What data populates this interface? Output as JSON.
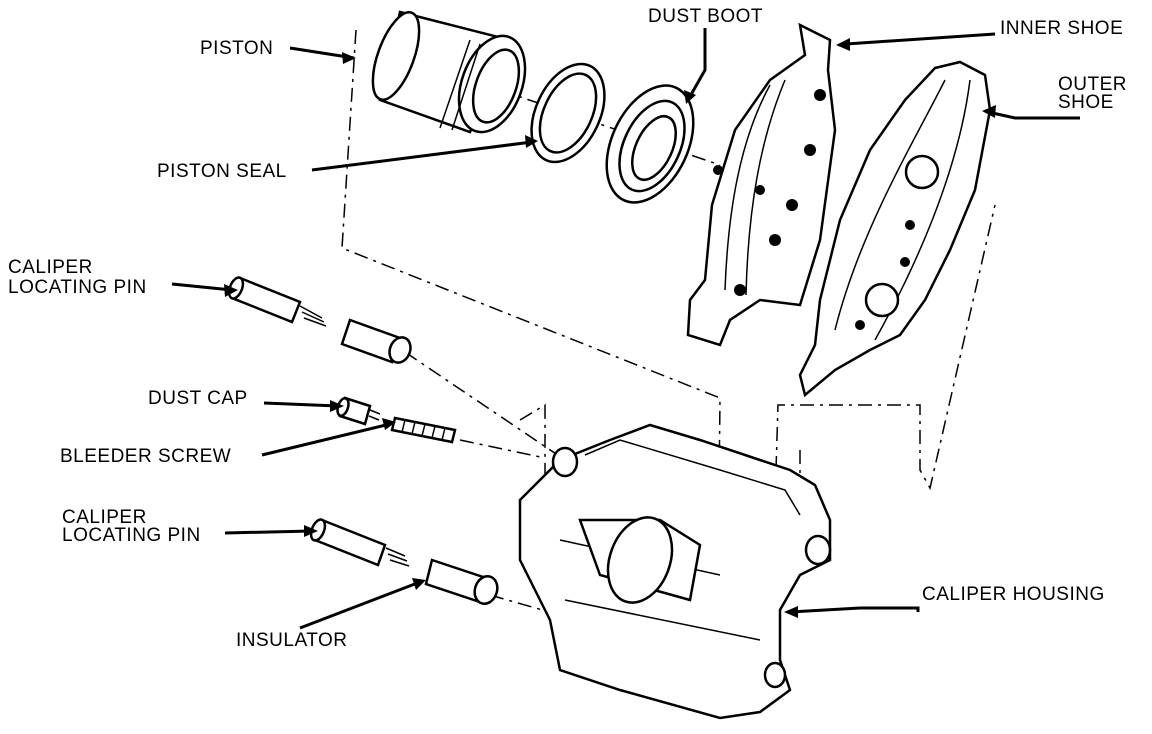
{
  "labels": {
    "piston": "PISTON",
    "dust_boot": "DUST BOOT",
    "inner_shoe": "INNER SHOE",
    "outer_shoe_1": "OUTER",
    "outer_shoe_2": "SHOE",
    "piston_seal": "PISTON SEAL",
    "caliper_locating_pin_upper_1": "CALIPER",
    "caliper_locating_pin_upper_2": "LOCATING PIN",
    "dust_cap": "DUST CAP",
    "bleeder_screw": "BLEEDER SCREW",
    "caliper_locating_pin_lower_1": "CALIPER",
    "caliper_locating_pin_lower_2": "LOCATING PIN",
    "insulator": "INSULATOR",
    "caliper_housing": "CALIPER HOUSING"
  }
}
